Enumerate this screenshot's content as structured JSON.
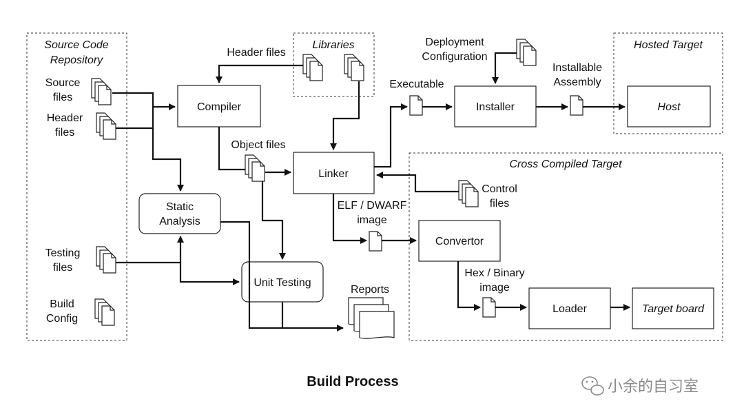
{
  "title": "Build Process",
  "watermark": "小余的自习室",
  "groups": {
    "source_repo": [
      "Source Code",
      "Repository"
    ],
    "libraries": "Libraries",
    "hosted_target": "Hosted Target",
    "cross_target": "Cross Compiled Target"
  },
  "boxes": {
    "compiler": "Compiler",
    "linker": "Linker",
    "installer": "Installer",
    "host": "Host",
    "static_analysis": [
      "Static",
      "Analysis"
    ],
    "unit_testing": "Unit Testing",
    "convertor": "Convertor",
    "loader": "Loader",
    "target_board": "Target board"
  },
  "labels": {
    "source_files": [
      "Source",
      "files"
    ],
    "header_files_repo": [
      "Header",
      "files"
    ],
    "testing_files": [
      "Testing",
      "files"
    ],
    "build_config": [
      "Build",
      "Config"
    ],
    "header_files": "Header files",
    "object_files": "Object files",
    "executable": "Executable",
    "deployment_config": [
      "Deployment",
      "Configuration"
    ],
    "installable_assembly": [
      "Installable",
      "Assembly"
    ],
    "control_files": [
      "Control",
      "files"
    ],
    "elf_dwarf": [
      "ELF / DWARF",
      "image"
    ],
    "reports": "Reports",
    "hex_binary": [
      "Hex / Binary",
      "image"
    ]
  }
}
